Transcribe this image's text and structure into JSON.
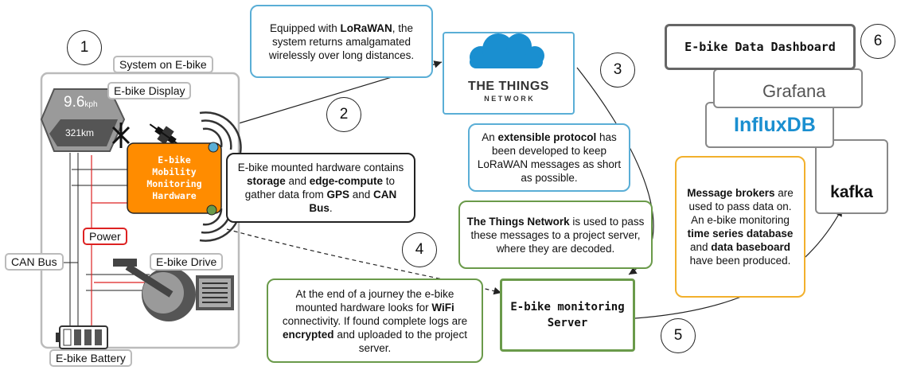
{
  "steps": {
    "s1": "1",
    "s2": "2",
    "s3": "3",
    "s4": "4",
    "s5": "5",
    "s6": "6"
  },
  "system": {
    "title": "System on E-bike",
    "display_label": "E-bike Display",
    "display_speed": "9.6",
    "display_speed_unit": "kph",
    "display_distance": "321km",
    "hardware": [
      "E-bike",
      "Mobility",
      "Monitoring",
      "Hardware"
    ],
    "power_label": "Power",
    "canbus_label": "CAN Bus",
    "drive_label": "E-bike Drive",
    "battery_label": "E-bike Battery"
  },
  "notes": {
    "lorawan": {
      "a": "Equipped with ",
      "b": "LoRaWAN",
      "c": ", the system returns amalgamated wirelessly over long distances."
    },
    "hardware": {
      "a": "E-bike mounted hardware contains ",
      "b": "storage",
      "c": " and ",
      "d": "edge-compute",
      "e": " to gather data from ",
      "f": "GPS",
      "g": " and ",
      "h": "CAN Bus",
      "i": "."
    },
    "protocol": {
      "a": "An ",
      "b": "extensible protocol",
      "c": " has been developed to keep LoRaWAN messages as short as possible."
    },
    "ttn": {
      "a": "The Things Network",
      "b": " is used to pass these messages to a project server, where they are decoded."
    },
    "wifi": {
      "a": "At the end of a journey the e-bike mounted hardware looks for ",
      "b": "WiFi",
      "c": " connectivity. If found complete logs are ",
      "d": "encrypted",
      "e": " and uploaded to the project server."
    },
    "brokers": {
      "a": "Message brokers",
      "b": " are used to pass data on. An e-bike monitoring ",
      "c": "time series database",
      "d": " and ",
      "e": "data baseboard",
      "f": " have been produced."
    }
  },
  "ttn_logo": {
    "line1": "THE THINGS",
    "line2": "N E T W O R K"
  },
  "server": {
    "line1": "E-bike monitoring",
    "line2": "Server"
  },
  "dashboard": {
    "title": "E-bike Data Dashboard"
  },
  "grafana": {
    "name": "Grafana"
  },
  "influx": {
    "name": "InfluxDB"
  },
  "kafka": {
    "name": "kafka"
  },
  "colors": {
    "orange": "#ff8c00",
    "blue": "#5aaed6",
    "green": "#6a9a4a",
    "yellow": "#f2b02c",
    "red": "#d22",
    "influx": "#1a8fd0",
    "grafana": "#f46800"
  }
}
